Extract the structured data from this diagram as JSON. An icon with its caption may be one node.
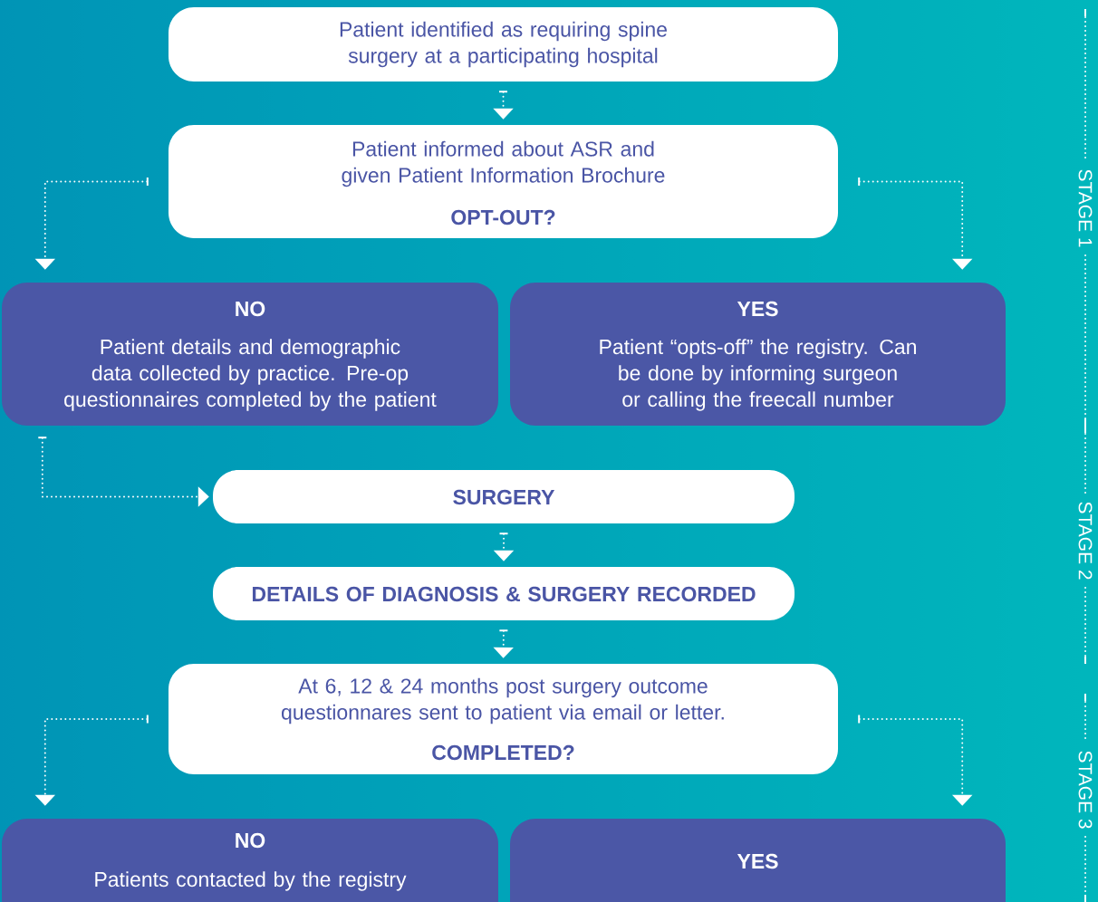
{
  "diagram": {
    "nodes": [
      {
        "text": [
          "Patient identified as requiring spine surgery at a participating hospital"
        ]
      },
      {
        "text": [
          "Patient informed about ASR and given Patient Information Brochure",
          "OPT-OUT?"
        ]
      },
      {
        "text": [
          "NO",
          "Patient details and demographic data collected by practice. Pre-op questionnaires completed by the patient"
        ]
      },
      {
        "text": [
          "YES",
          "Patient “opts-off” the registry. Can be done by informing surgeon or calling the freecall number"
        ]
      },
      {
        "text": [
          "SURGERY"
        ]
      },
      {
        "text": [
          "DETAILS OF DIAGNOSIS & SURGERY RECORDED"
        ]
      },
      {
        "text": [
          "At 6, 12 & 24 months post surgery outcome questionnares sent to patient via email or letter.",
          "COMPLETED?"
        ]
      },
      {
        "text": [
          "NO",
          "Patients contacted by the registry"
        ]
      },
      {
        "text": [
          "YES"
        ]
      }
    ],
    "edges": [
      {
        "from": 0,
        "to": 1,
        "arrow": "to"
      },
      {
        "from": 1,
        "to": 2,
        "arrow": "to"
      },
      {
        "from": 1,
        "to": 3,
        "arrow": "to"
      },
      {
        "from": 2,
        "to": 4,
        "arrow": "to"
      },
      {
        "from": 4,
        "to": 5,
        "arrow": "to"
      },
      {
        "from": 5,
        "to": 6,
        "arrow": "to"
      },
      {
        "from": 6,
        "to": 7,
        "arrow": "to"
      },
      {
        "from": 6,
        "to": 8,
        "arrow": "to"
      }
    ],
    "labels": [
      "STAGE 1",
      "STAGE 2",
      "STAGE 3"
    ]
  }
}
